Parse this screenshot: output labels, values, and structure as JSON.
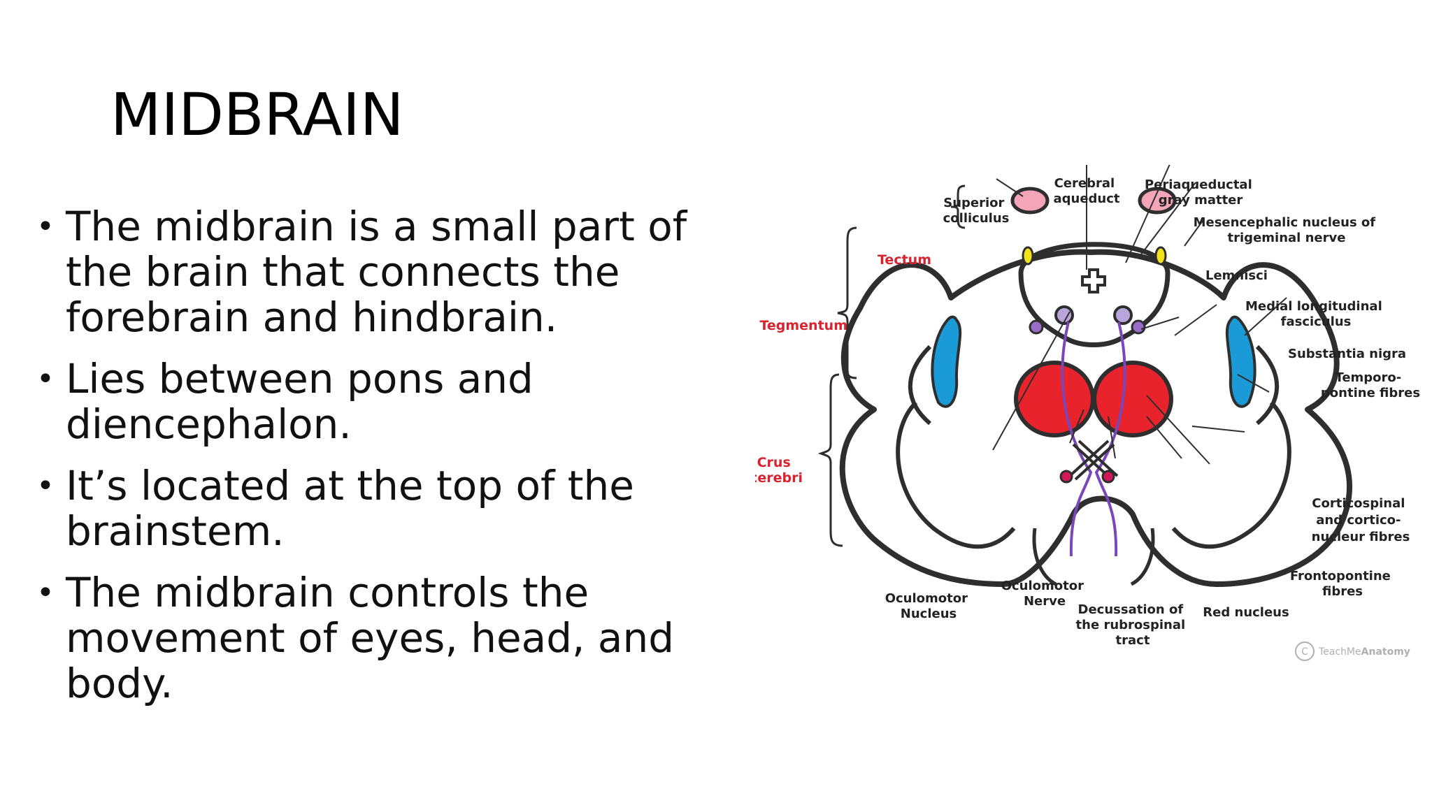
{
  "slide": {
    "title": "MIDBRAIN",
    "bullets": [
      "The midbrain is a small part of the brain that connects the forebrain and hindbrain.",
      "Lies between pons and diencephalon.",
      "It’s located at the top of the brainstem.",
      "The midbrain controls the movement of eyes, head, and body."
    ]
  },
  "diagram": {
    "labels": {
      "superior_colliculus": [
        "Superior",
        "colliculus"
      ],
      "cerebral_aqueduct": [
        "Cerebral",
        "aqueduct"
      ],
      "periaqueductal": [
        "Periaqueductal",
        "gray matter"
      ],
      "mesencephalic": [
        "Mesencephalic nucleus of",
        "trigeminal nerve"
      ],
      "lemnisci": "Lemnisci",
      "mlf": [
        "Medial longitudinal",
        "fasciculus"
      ],
      "substantia_nigra": "Substantia nigra",
      "temporo": [
        "Temporo-",
        "pontine fibres"
      ],
      "corticospinal": [
        "Corticospinal",
        "and cortico-",
        "nucleur fibres"
      ],
      "frontopontine": [
        "Frontopontine",
        "fibres"
      ],
      "red_nucleus": "Red nucleus",
      "decussation": [
        "Decussation of",
        "the rubrospinal",
        "tract"
      ],
      "oculomotor_nerve": [
        "Oculomotor",
        "Nerve"
      ],
      "oculomotor_nucleus": [
        "Oculomotor",
        "Nucleus"
      ],
      "tectum": "Tectum",
      "tegmentum": "Tegmentum",
      "crus_cerebri": [
        "Crus",
        "cerebri"
      ]
    },
    "watermark": {
      "prefix": "TeachMe",
      "brand": "Anatomy"
    },
    "colors": {
      "red_nucleus": "#e8232b",
      "substantia_nigra": "#1a9ad6",
      "superior_colliculus": "#f4a6b8",
      "mesencephalic": "#f2e21a",
      "mlf": "#b9a6dc",
      "tract": "#7b46b8",
      "decussation_dot": "#d0185a",
      "outline": "#2e2e2e",
      "red_label": "#d9232e"
    }
  }
}
